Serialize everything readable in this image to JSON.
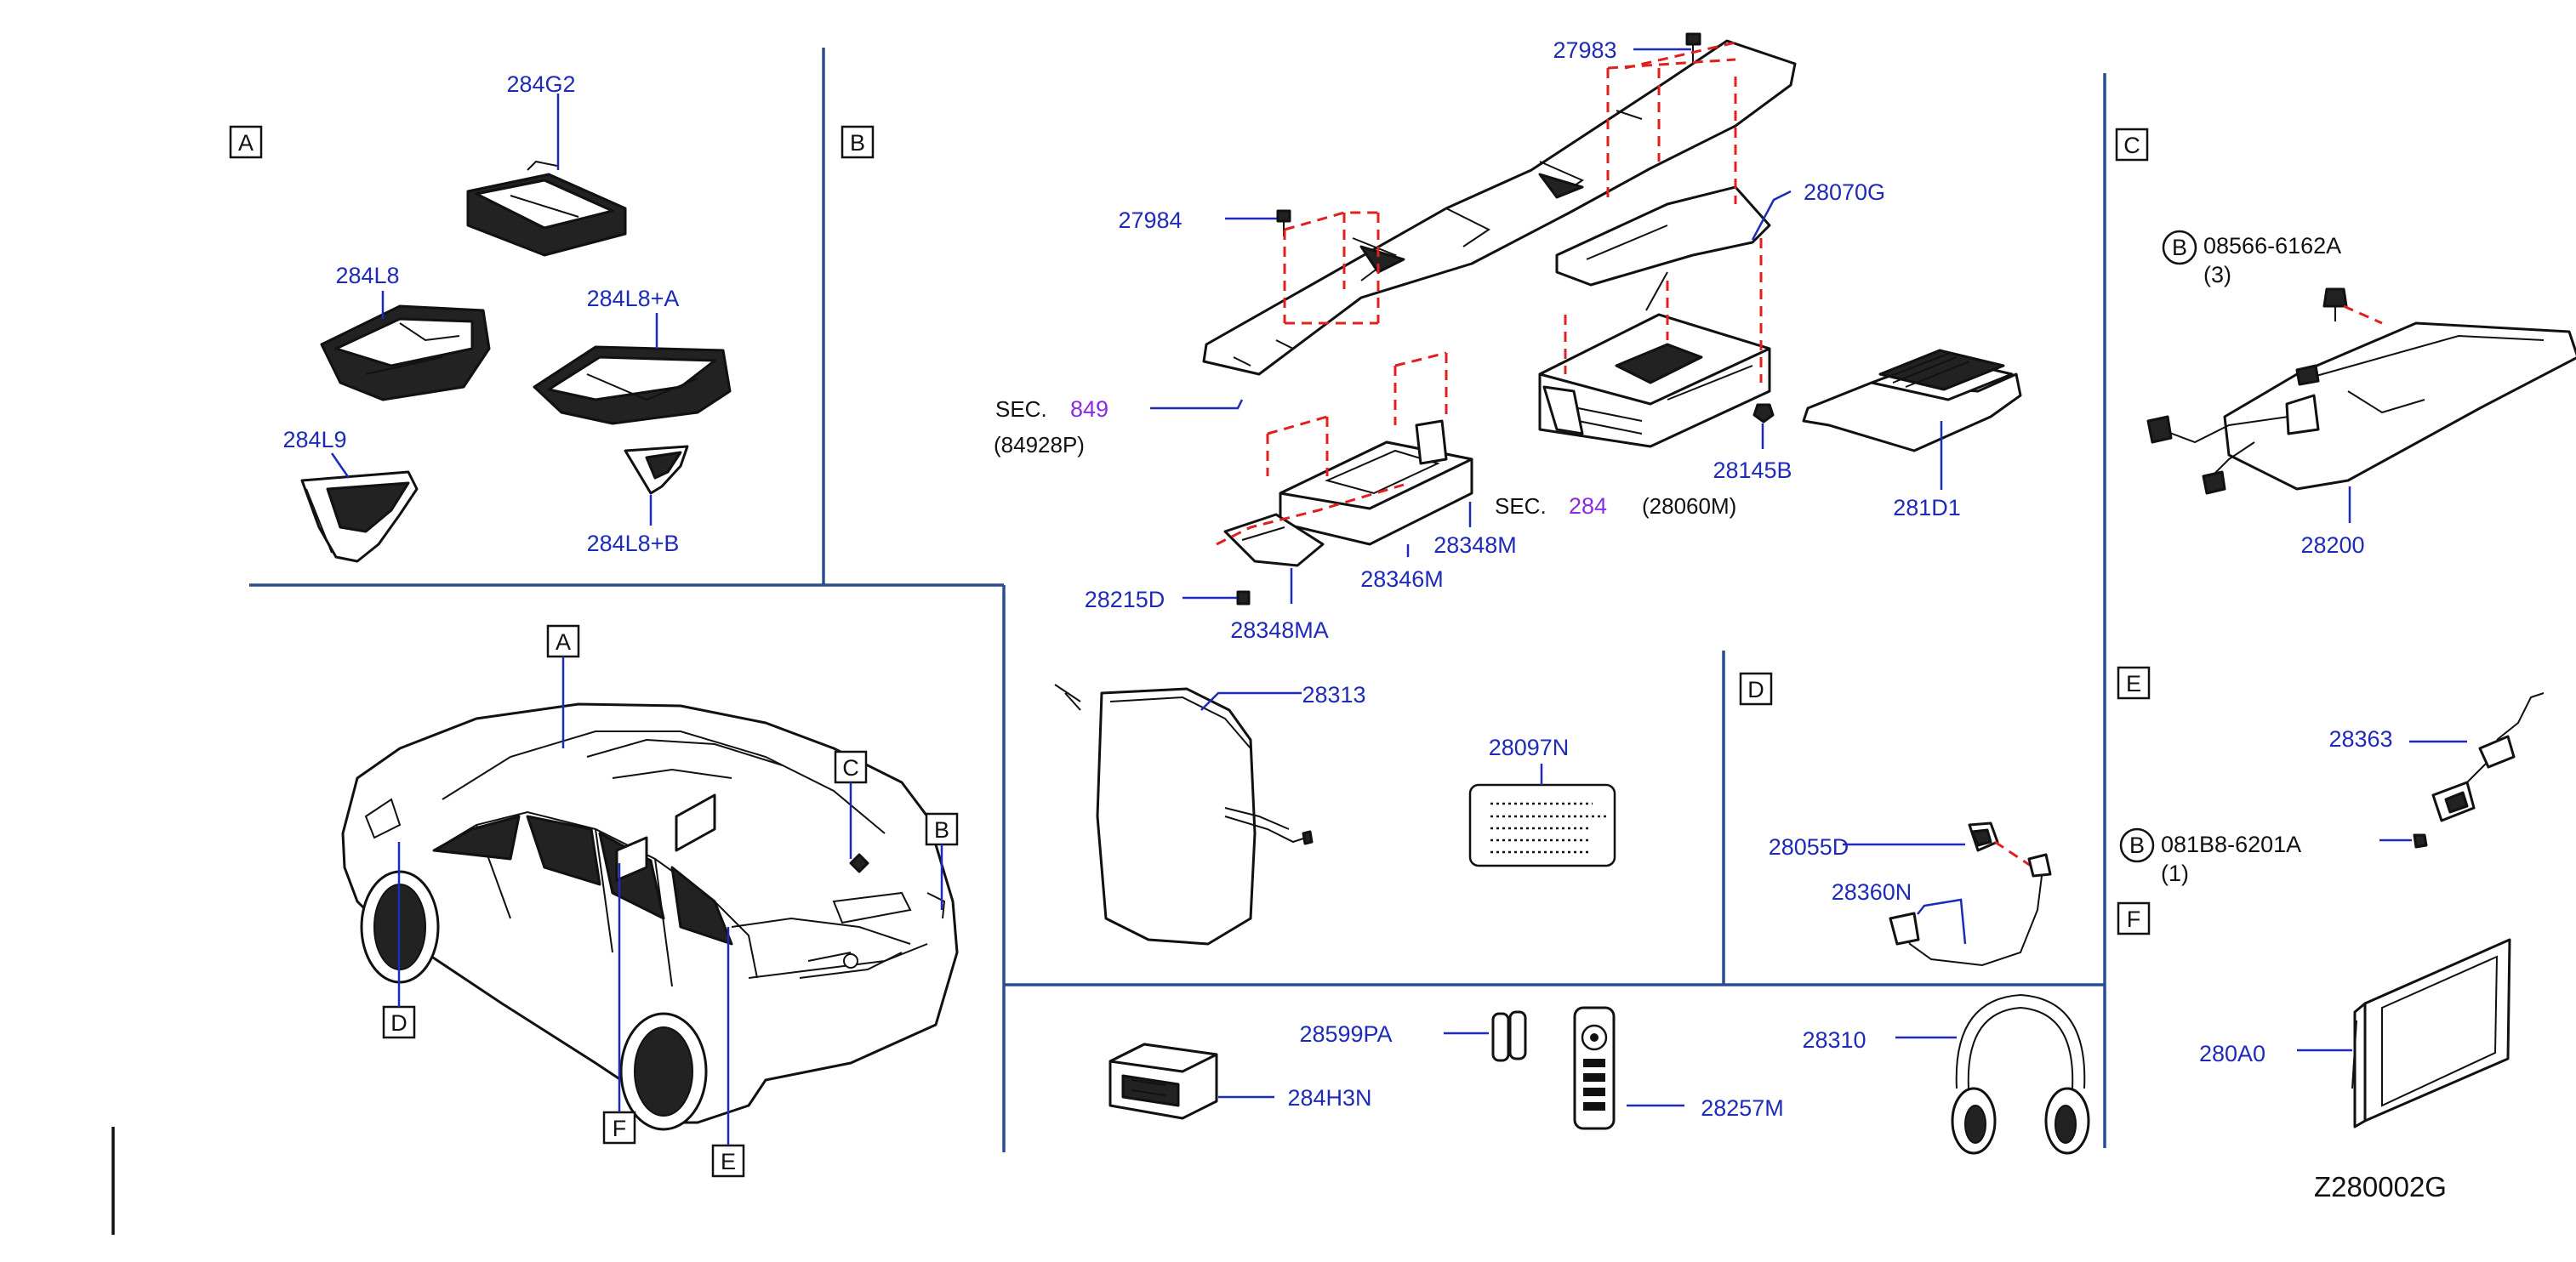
{
  "sections": {
    "A": "A",
    "B": "B",
    "C": "C",
    "D": "D",
    "E": "E",
    "F": "F"
  },
  "car_markers": {
    "A": "A",
    "B": "B",
    "C": "C",
    "D": "D",
    "E": "E",
    "F": "F"
  },
  "parts": {
    "p284G2": "284G2",
    "p284L8": "284L8",
    "p284L8A": "284L8+A",
    "p284L9": "284L9",
    "p284L8B": "284L8+B",
    "p27983": "27983",
    "p27984": "27984",
    "p28070G": "28070G",
    "p28145B": "28145B",
    "p281D1": "281D1",
    "p28348M": "28348M",
    "p28346M": "28346M",
    "p28215D": "28215D",
    "p28348MA": "28348MA",
    "p28313": "28313",
    "p28097N": "28097N",
    "p28055D": "28055D",
    "p28360N": "28360N",
    "p28599PA": "28599PA",
    "p284H3N": "284H3N",
    "p28257M": "28257M",
    "p28310": "28310",
    "p28200": "28200",
    "p28363": "28363",
    "p280A0": "280A0"
  },
  "refs": {
    "sec849_label": "SEC.",
    "sec849_num": "849",
    "sec849_part": "(84928P)",
    "sec284_label": "SEC.",
    "sec284_num": "284",
    "sec284_part": "(28060M)"
  },
  "fasteners": {
    "f1_marker": "B",
    "f1_part": "08566-6162A",
    "f1_qty": "(3)",
    "f2_marker": "B",
    "f2_part": "081B8-6201A",
    "f2_qty": "(1)"
  },
  "diagram_code": "Z280002G",
  "colors": {
    "part_label": "#1e2bb8",
    "section_ref": "#8a2be2",
    "divider": "#2a4d8f",
    "assembly_dash": "#e0201f"
  }
}
